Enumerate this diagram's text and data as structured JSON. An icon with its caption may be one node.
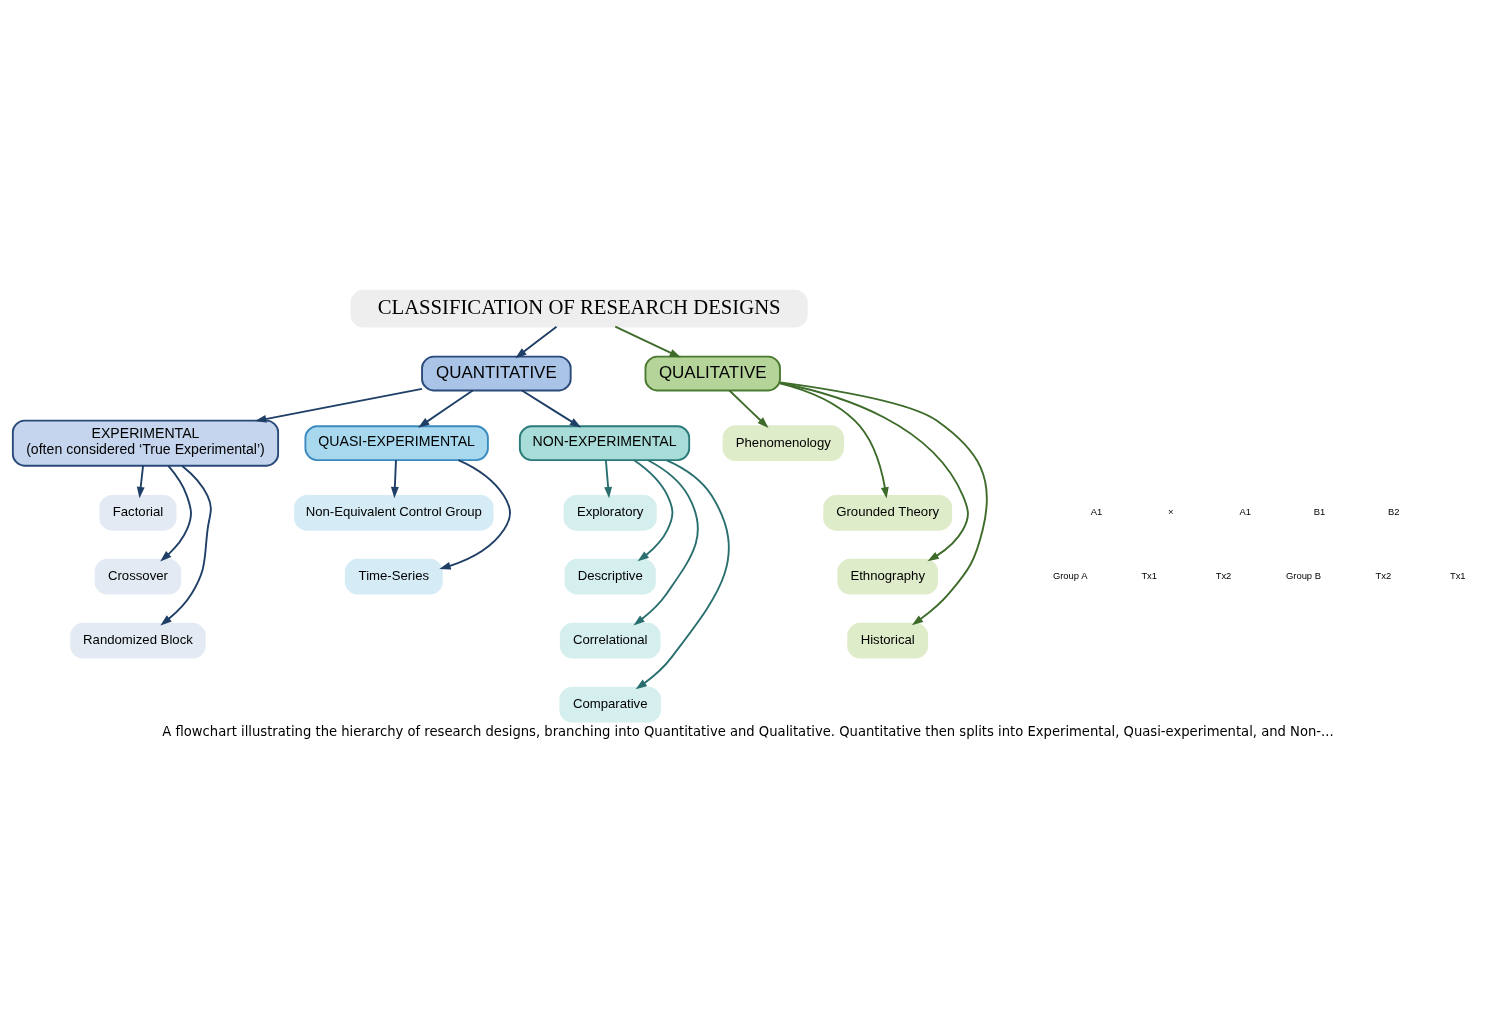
{
  "diagram": {
    "caption": "A flowchart illustrating the hierarchy of research designs, branching into Quantitative and Qualitative. Quantitative then splits into Experimental, Quasi-experimental, and Non-...",
    "nodes": [
      {
        "text": [
          "CLASSIFICATION OF RESEARCH DESIGNS"
        ]
      },
      {
        "text": [
          "QUANTITATIVE"
        ]
      },
      {
        "text": [
          "QUALITATIVE"
        ]
      },
      {
        "text": [
          "EXPERIMENTAL",
          "(often considered ‘True Experimental’)"
        ]
      },
      {
        "text": [
          "QUASI-EXPERIMENTAL"
        ]
      },
      {
        "text": [
          "NON-EXPERIMENTAL"
        ]
      },
      {
        "text": [
          "Factorial"
        ]
      },
      {
        "text": [
          "Crossover"
        ]
      },
      {
        "text": [
          "Randomized Block"
        ]
      },
      {
        "text": [
          "Non-Equivalent Control Group"
        ]
      },
      {
        "text": [
          "Time-Series"
        ]
      },
      {
        "text": [
          "Exploratory"
        ]
      },
      {
        "text": [
          "Descriptive"
        ]
      },
      {
        "text": [
          "Correlational"
        ]
      },
      {
        "text": [
          "Comparative"
        ]
      },
      {
        "text": [
          "Phenomenology"
        ]
      },
      {
        "text": [
          "Grounded Theory"
        ]
      },
      {
        "text": [
          "Ethnography"
        ]
      },
      {
        "text": [
          "Historical"
        ]
      }
    ],
    "edges": [
      {
        "from": 0,
        "to": 1,
        "arrow": "to"
      },
      {
        "from": 0,
        "to": 2,
        "arrow": "to",
        "color": "#3d6b2a"
      },
      {
        "from": 1,
        "to": 3,
        "arrow": "to"
      },
      {
        "from": 1,
        "to": 4,
        "arrow": "to"
      },
      {
        "from": 1,
        "to": 5,
        "arrow": "to"
      },
      {
        "from": 3,
        "to": 6,
        "arrow": "to"
      },
      {
        "from": 3,
        "to": 7,
        "arrow": "to"
      },
      {
        "from": 3,
        "to": 8,
        "arrow": "to"
      },
      {
        "from": 4,
        "to": 9,
        "arrow": "to"
      },
      {
        "from": 4,
        "to": 10,
        "arrow": "to"
      },
      {
        "from": 5,
        "to": 11,
        "arrow": "to",
        "color": "#2a6f6f"
      },
      {
        "from": 5,
        "to": 12,
        "arrow": "to",
        "color": "#2a6f6f"
      },
      {
        "from": 5,
        "to": 13,
        "arrow": "to",
        "color": "#2a6f6f"
      },
      {
        "from": 5,
        "to": 14,
        "arrow": "to",
        "color": "#2a6f6f"
      },
      {
        "from": 2,
        "to": 15,
        "arrow": "to",
        "color": "#3d6b2a"
      },
      {
        "from": 2,
        "to": 16,
        "arrow": "to",
        "color": "#3d6b2a"
      },
      {
        "from": 2,
        "to": 17,
        "arrow": "to",
        "color": "#3d6b2a"
      },
      {
        "from": 2,
        "to": 18,
        "arrow": "to",
        "color": "#3d6b2a"
      }
    ],
    "labels": [
      "A1",
      "×",
      "A1",
      "B1",
      "B2",
      "Group A",
      "Tx1",
      "Tx2",
      "Group B",
      "Tx2",
      "Tx1"
    ]
  }
}
